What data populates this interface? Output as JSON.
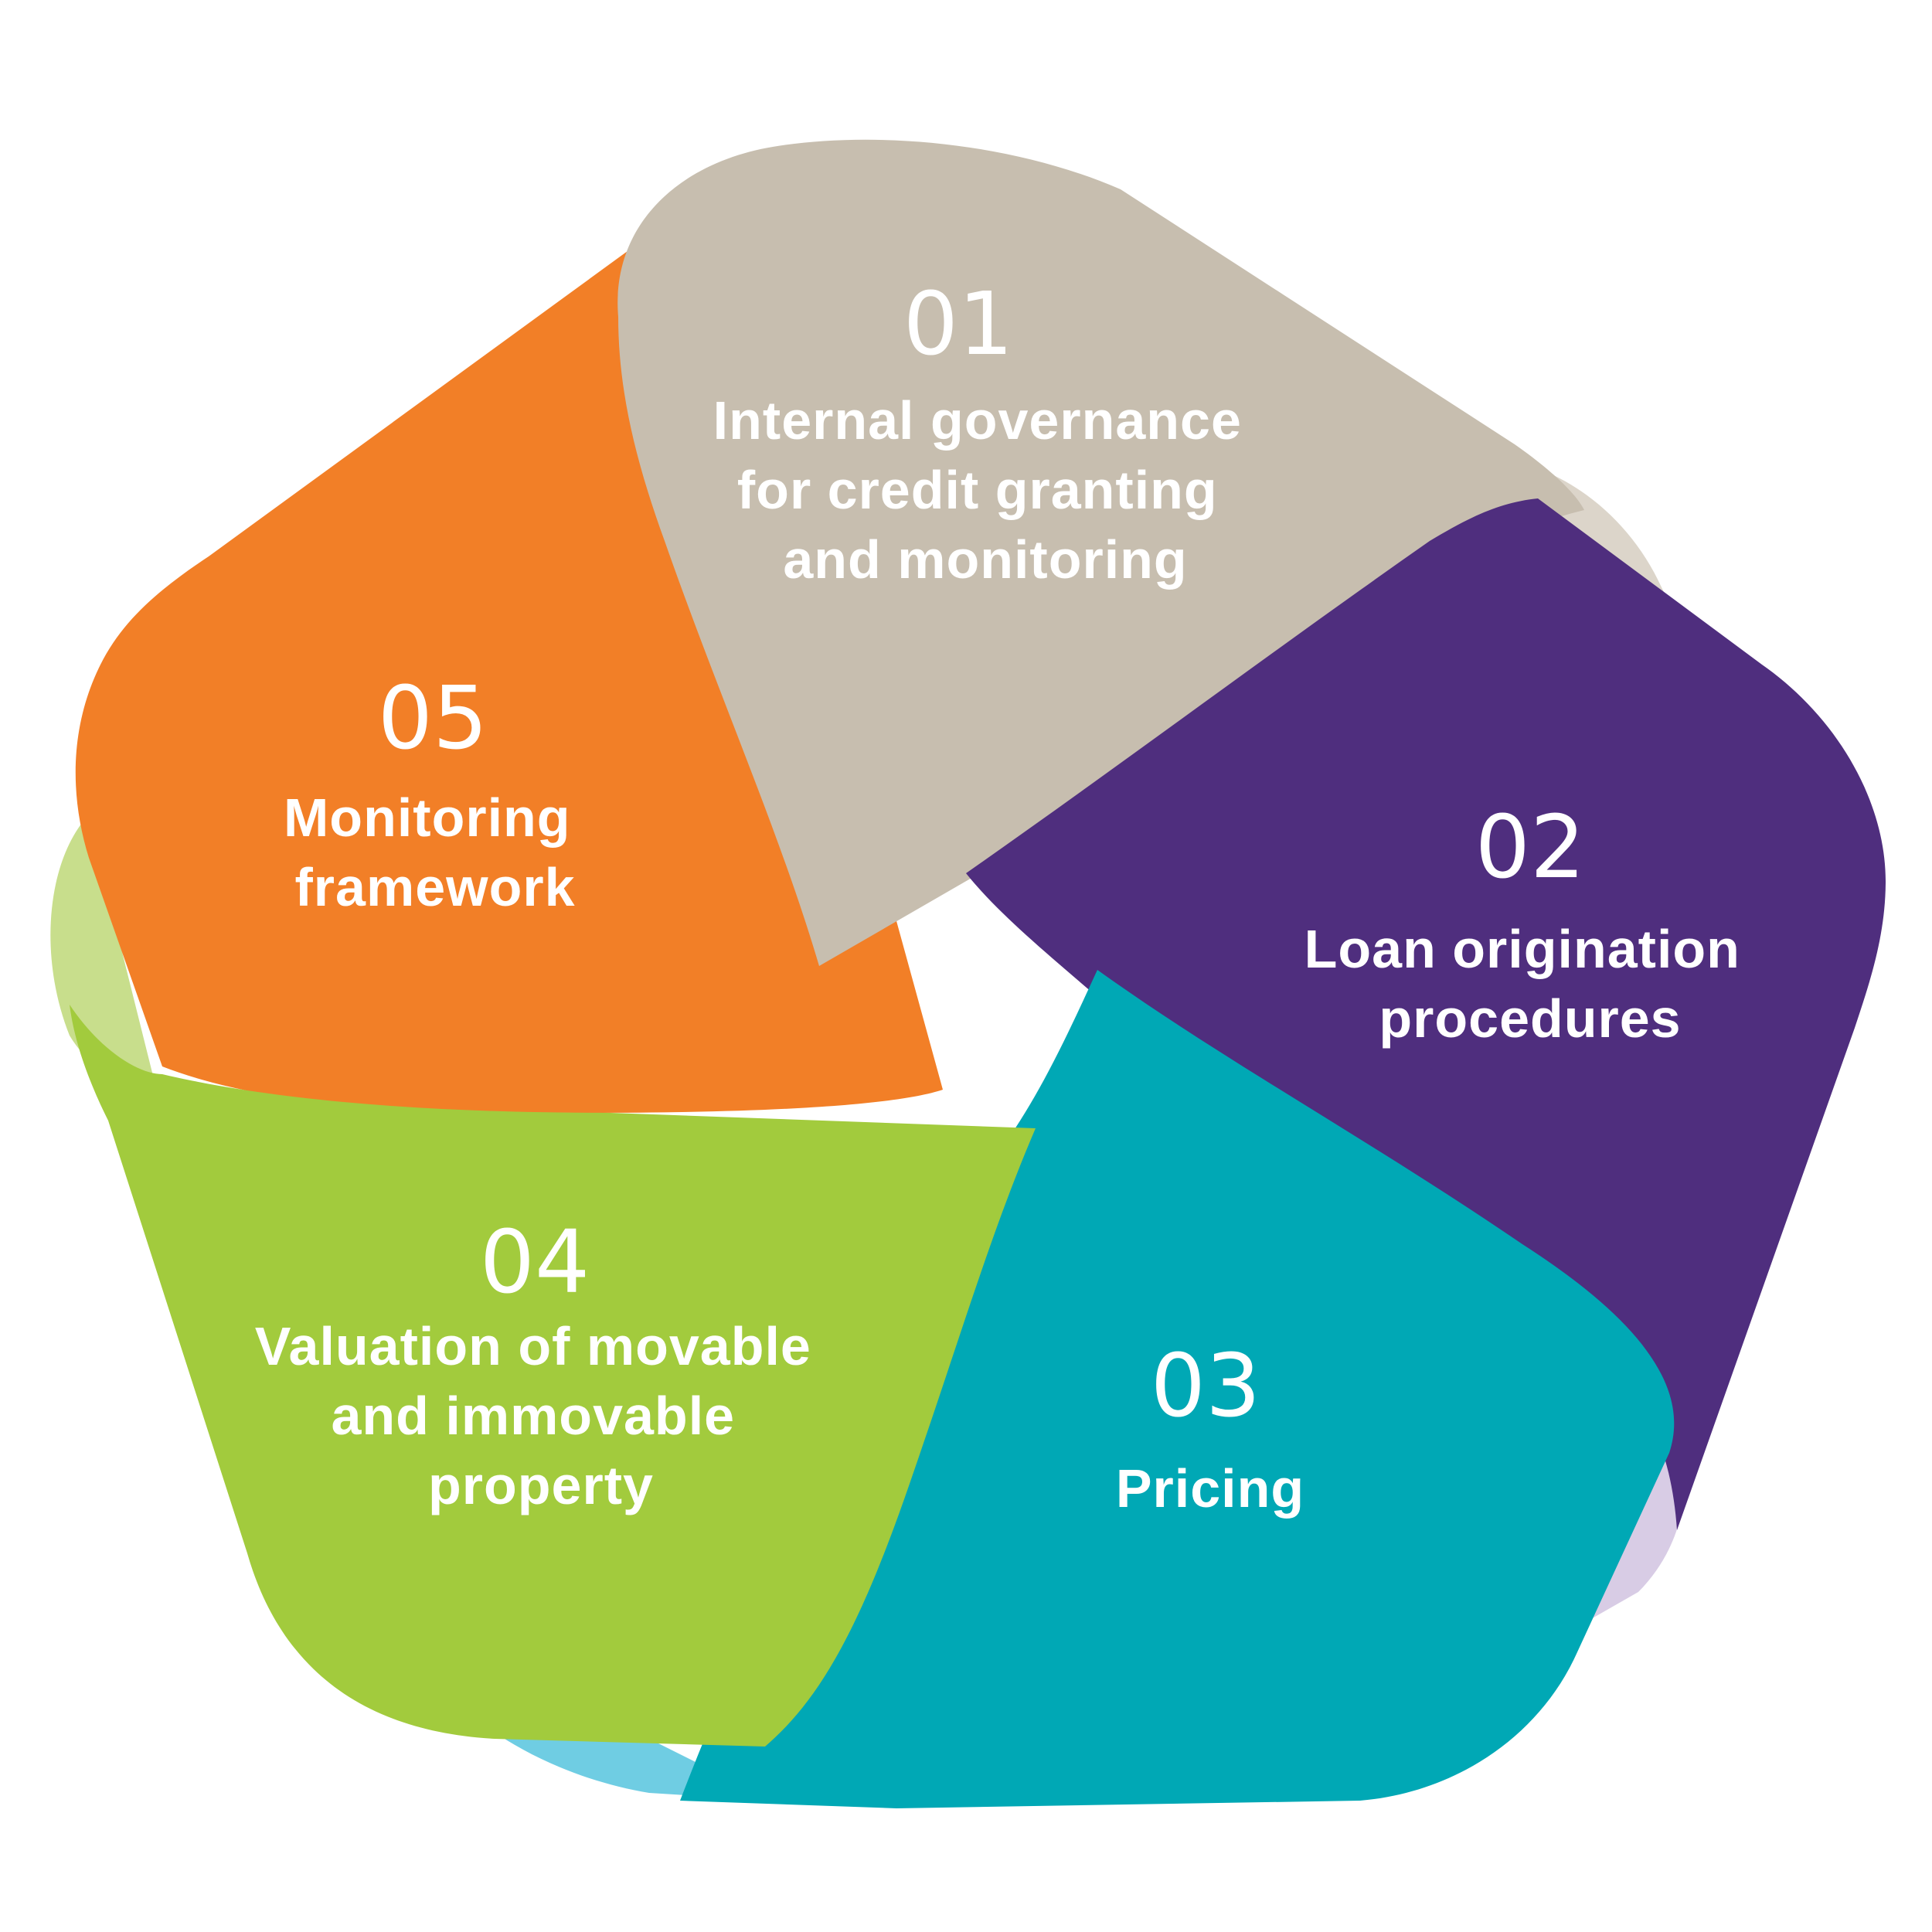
{
  "segments": [
    {
      "number": "01",
      "label_lines": [
        "Internal governance",
        "for credit granting",
        "and monitoring"
      ],
      "color": "#c7beaf",
      "shadow_color": "#dcd5ca"
    },
    {
      "number": "02",
      "label_lines": [
        "Loan origination",
        "procedures"
      ],
      "color": "#4f2e7e",
      "shadow_color": "#d8cce5"
    },
    {
      "number": "03",
      "label_lines": [
        "Pricing"
      ],
      "color": "#00a8b5",
      "shadow_color": "#6fcde3"
    },
    {
      "number": "04",
      "label_lines": [
        "Valuation of movable",
        "and immovable",
        "property"
      ],
      "color": "#a2cb3d",
      "shadow_color": "#c8de8c"
    },
    {
      "number": "05",
      "label_lines": [
        "Monitoring",
        "framework"
      ],
      "color": "#f27f27",
      "shadow_color": "#f8ad78"
    }
  ]
}
